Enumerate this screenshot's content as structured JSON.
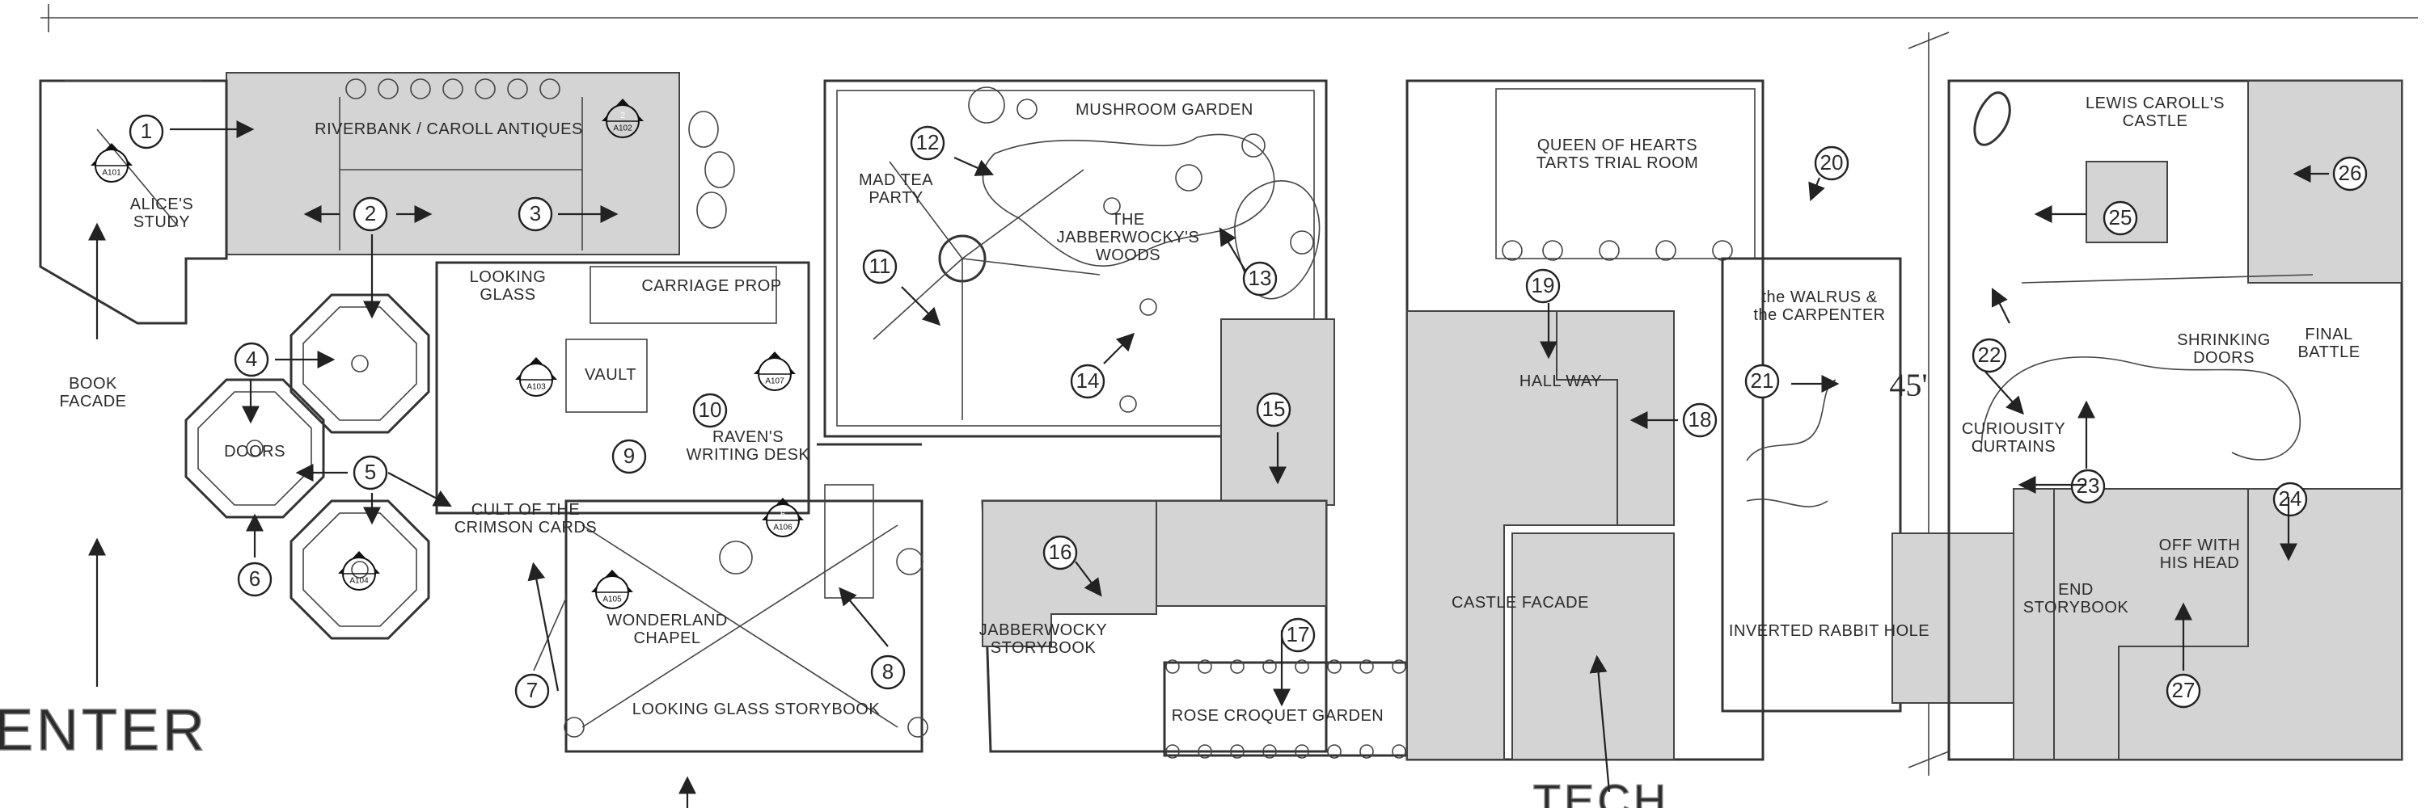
{
  "entrance": {
    "enter": "ENTER",
    "tech": "TECH",
    "dimension": "45'"
  },
  "rooms": [
    {
      "id": "riverbank",
      "label": "RIVERBANK / CAROLL ANTIQUES"
    },
    {
      "id": "alices-study",
      "label": "ALICE'S\nSTUDY"
    },
    {
      "id": "book-facade",
      "label": "BOOK\nFACADE"
    },
    {
      "id": "looking-glass",
      "label": "LOOKING\nGLASS"
    },
    {
      "id": "carriage-prop",
      "label": "CARRIAGE PROP"
    },
    {
      "id": "vault",
      "label": "VAULT"
    },
    {
      "id": "doors",
      "label": "DOORS"
    },
    {
      "id": "ravens-writing-desk",
      "label": "RAVEN'S\nWRITING DESK"
    },
    {
      "id": "cult-crimson-cards",
      "label": "CULT OF THE\nCRIMSON CARDS"
    },
    {
      "id": "wonderland-chapel",
      "label": "WONDERLAND\nCHAPEL"
    },
    {
      "id": "looking-glass-storybook",
      "label": "LOOKING GLASS STORYBOOK"
    },
    {
      "id": "mushroom-garden",
      "label": "MUSHROOM GARDEN"
    },
    {
      "id": "mad-tea-party",
      "label": "MAD TEA\nPARTY"
    },
    {
      "id": "jabberwocky-woods",
      "label": "THE\nJABBERWOCKY'S\nWOODS"
    },
    {
      "id": "jabberwocky-storybook",
      "label": "JABBERWOCKY\nSTORYBOOK"
    },
    {
      "id": "rose-croquet-garden",
      "label": "ROSE CROQUET GARDEN"
    },
    {
      "id": "queen-of-hearts",
      "label": "QUEEN OF HEARTS\nTARTS TRIAL ROOM"
    },
    {
      "id": "hallway",
      "label": "HALL WAY"
    },
    {
      "id": "castle-facade",
      "label": "CASTLE FACADE"
    },
    {
      "id": "walrus-carpenter",
      "label": "the WALRUS &\nthe CARPENTER"
    },
    {
      "id": "inverted-rabbit-hole",
      "label": "INVERTED RABBIT HOLE"
    },
    {
      "id": "lewis-caroll-castle",
      "label": "LEWIS CAROLL'S\nCASTLE"
    },
    {
      "id": "shrinking-doors",
      "label": "SHRINKING\nDOORS"
    },
    {
      "id": "final-battle",
      "label": "FINAL\nBATTLE"
    },
    {
      "id": "curiosity-curtains",
      "label": "CURIOUSITY\nCURTAINS"
    },
    {
      "id": "off-with-his-head",
      "label": "OFF WITH\nHIS HEAD"
    },
    {
      "id": "end-storybook",
      "label": "END\nSTORYBOOK"
    }
  ],
  "markers": [
    "1",
    "2",
    "3",
    "4",
    "5",
    "6",
    "7",
    "8",
    "9",
    "10",
    "11",
    "12",
    "13",
    "14",
    "15",
    "16",
    "17",
    "18",
    "19",
    "20",
    "21",
    "22",
    "23",
    "24",
    "25",
    "26",
    "27"
  ],
  "section_tags": [
    {
      "top": "1",
      "bottom": "A101"
    },
    {
      "top": "2",
      "bottom": "A102"
    },
    {
      "top": "3",
      "bottom": "A103"
    },
    {
      "top": "4",
      "bottom": "A104"
    },
    {
      "top": "5",
      "bottom": "A105"
    },
    {
      "top": "6",
      "bottom": "A106"
    },
    {
      "top": "7",
      "bottom": "A107"
    }
  ]
}
